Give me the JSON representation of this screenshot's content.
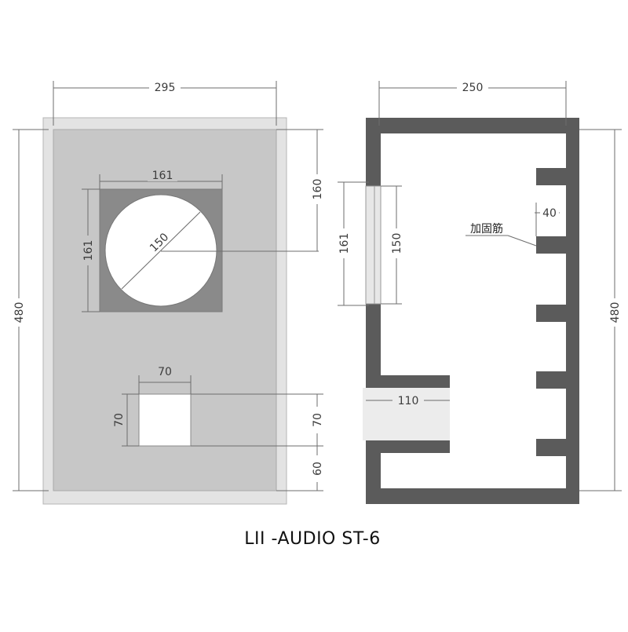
{
  "title": "LII -AUDIO ST-6",
  "front_view": {
    "width": "295",
    "height": "480",
    "woofer_cutout_width": "161",
    "woofer_cutout_height": "161",
    "woofer_cutout_from_top": "160",
    "woofer_diameter": "150",
    "port_width": "70",
    "port_height": "70",
    "port_height_right": "70",
    "port_from_bottom": "60"
  },
  "side_view": {
    "depth": "250",
    "height": "480",
    "driver_mount_outer": "161",
    "driver_mount_inner": "150",
    "brace_spacing": "40",
    "brace_label": "加固筋",
    "port_depth": "110"
  },
  "colors": {
    "panel_face": "#c7c7c7",
    "panel_border": "#e3e3e3",
    "cutout_frame": "#8a8a8a",
    "wall": "#5b5b5b",
    "dim_line": "#6d6d6d",
    "port_tube": "#ececec"
  }
}
